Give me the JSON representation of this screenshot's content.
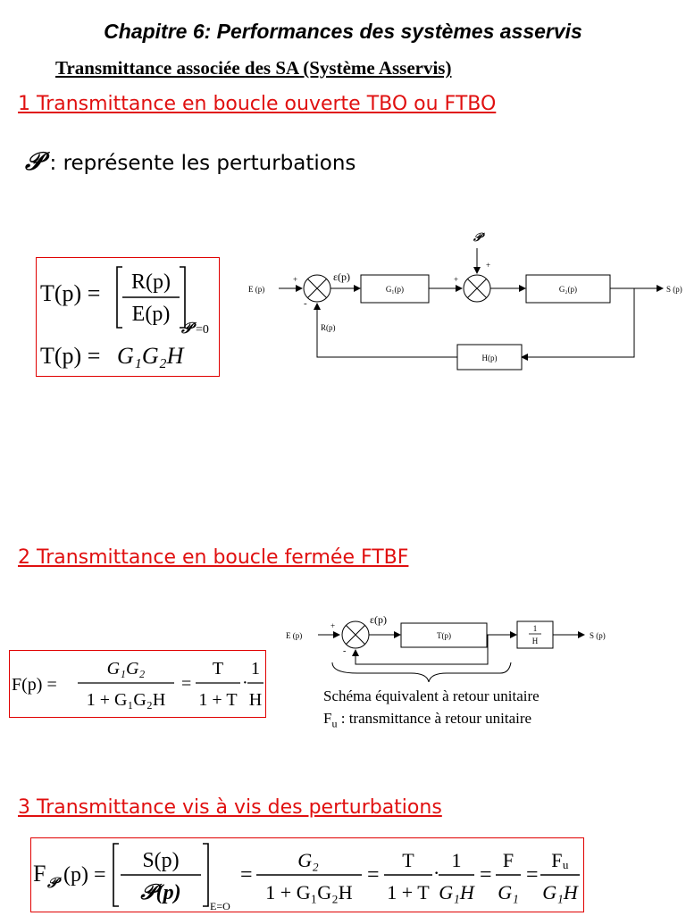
{
  "chapter_title": "Chapitre 6: Performances des systèmes asservis",
  "subtitle": "Transmittance associée des SA (Système Asservis)",
  "section1": {
    "title": "1 Transmittance en boucle ouverte TBO ou FTBO",
    "perturbation_symbol": "𝒫",
    "perturbation_text": ": représente les perturbations",
    "formula_box": {
      "lhs": "T(p) =",
      "num": "R(p)",
      "den": "E(p)",
      "cond_sym": "𝒫",
      "cond": "=0",
      "line2_lhs": "T(p) =",
      "line2_rhs": "G₁G₂H"
    },
    "diagram": {
      "input": "E (p)",
      "output": "S (p)",
      "error": "ε(p)",
      "feedback_signal": "R(p)",
      "block_g1": "G₁(p)",
      "block_g2": "G₂(p)",
      "block_h": "H(p)",
      "perturbation": "𝒫",
      "plus": "+",
      "minus": "-"
    }
  },
  "section2": {
    "title": "2 Transmittance en boucle fermée FTBF",
    "formula": {
      "lhs": "F(p) =",
      "num1": "G₁G₂",
      "den1": "1 + G₁G₂H",
      "eq": "=",
      "num2": "T",
      "den2": "1 + T",
      "dot": "·",
      "num3": "1",
      "den3": "H"
    },
    "diagram": {
      "input": "E (p)",
      "output": "S (p)",
      "error": "ε(p)",
      "block_t": "T(p)",
      "block_h_num": "1",
      "block_h_den": "H",
      "plus": "+",
      "minus": "-"
    },
    "caption1": "Schéma équivalent à retour unitaire",
    "caption2_sym": "F",
    "caption2_sub": "u",
    "caption2_rest": " : transmittance à retour unitaire"
  },
  "section3": {
    "title": "3 Transmittance vis à vis des perturbations",
    "formula": {
      "lhs_f": "F",
      "lhs_sub": "𝒫",
      "lhs_arg": "(p) =",
      "num": "S(p)",
      "den": "𝒫(p)",
      "cond": "E=O",
      "eq": "=",
      "f1_num": "G₂",
      "f1_den": "1 + G₁G₂H",
      "f2_num": "T",
      "f2_den": "1 + T",
      "dot": "·",
      "f3_num": "1",
      "f3_den": "G₁H",
      "f4_num": "F",
      "f4_den": "G₁",
      "f5_num": "Fᵤ",
      "f5_den": "G₁H"
    }
  }
}
